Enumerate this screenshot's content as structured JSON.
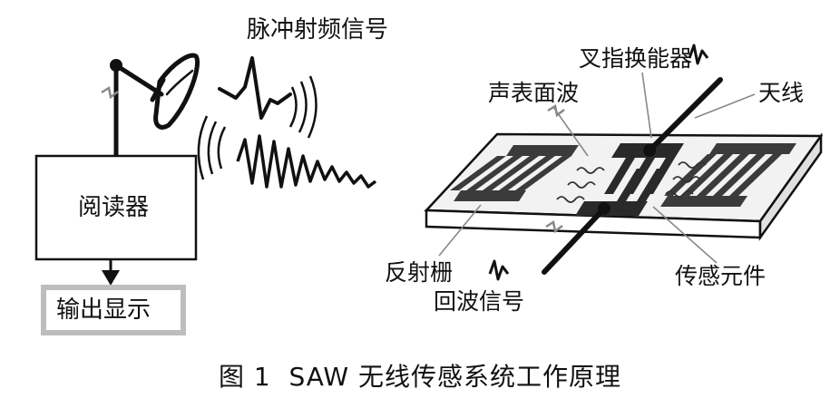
{
  "labels": {
    "pulse_rf_signal": "脉冲射频信号",
    "reader": "阅读器",
    "output_display": "输出显示",
    "idt": "叉指换能器",
    "surface_acoustic_wave": "声表面波",
    "antenna": "天线",
    "reflector_grating": "反射栅",
    "echo_signal": "回波信号",
    "sensing_element": "传感元件"
  },
  "caption": "图 1  SAW 无线传感系统工作原理"
}
